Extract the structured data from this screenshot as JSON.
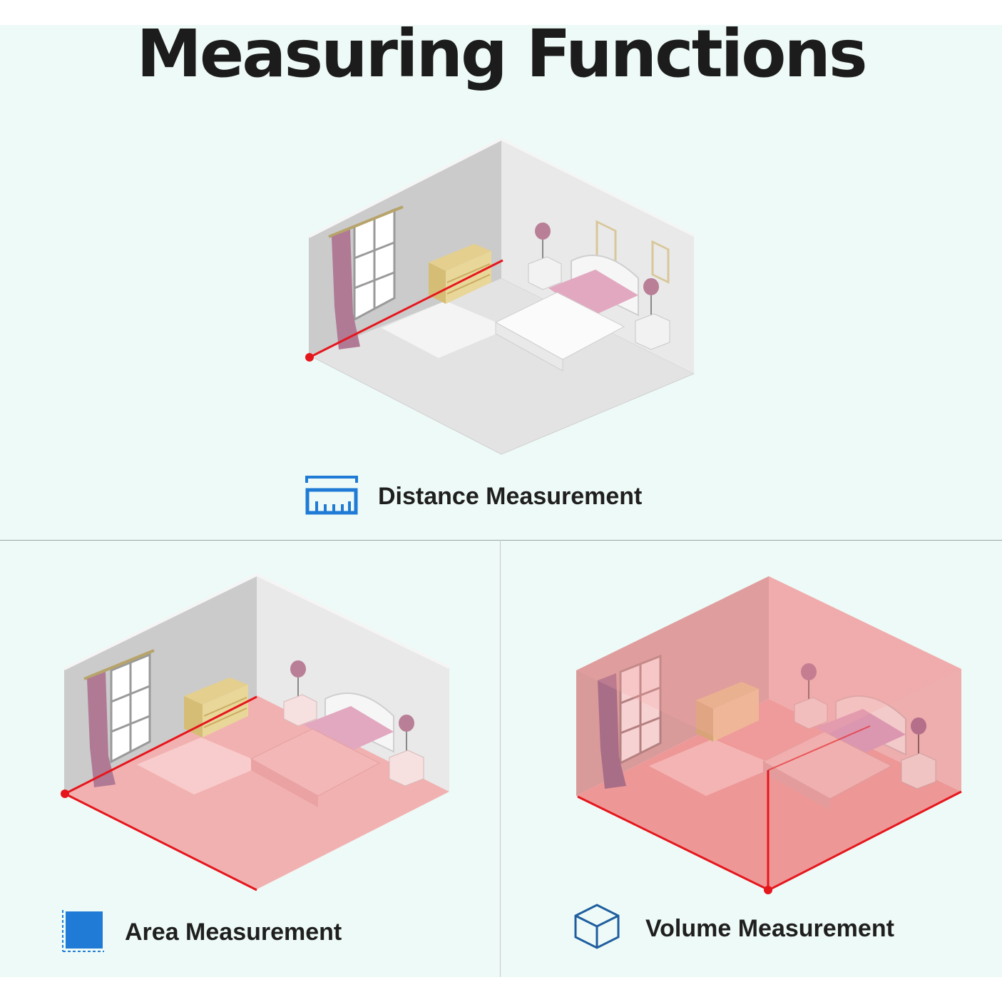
{
  "title": "Measuring Functions",
  "sections": {
    "distance": {
      "label": "Distance Measurement",
      "icon": "ruler-icon"
    },
    "area": {
      "label": "Area Measurement",
      "icon": "area-square-icon"
    },
    "volume": {
      "label": "Volume Measurement",
      "icon": "cube-icon"
    }
  },
  "colors": {
    "background": "#eefaf7",
    "icon_blue": "#1f7bd6",
    "laser_red": "#e5171d",
    "highlight_pink": "#f2a3a3",
    "wall_gray": "#cfcfcf",
    "floor_gray": "#e2e2e2"
  }
}
